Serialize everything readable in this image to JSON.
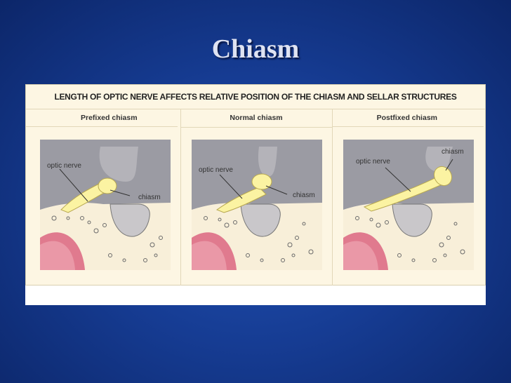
{
  "slide": {
    "title": "Chiasm"
  },
  "figure": {
    "header": "LENGTH OF OPTIC NERVE AFFECTS RELATIVE POSITION OF THE CHIASM AND SELLAR STRUCTURES",
    "columns": [
      {
        "label": "Prefixed chiasm",
        "labels": {
          "nerve": "optic nerve",
          "chiasm": "chiasm"
        }
      },
      {
        "label": "Normal chiasm",
        "labels": {
          "nerve": "optic nerve",
          "chiasm": "chiasm"
        }
      },
      {
        "label": "Postfixed chiasm",
        "labels": {
          "nerve": "optic nerve",
          "chiasm": "chiasm"
        }
      }
    ]
  },
  "colors": {
    "background": "#163c93",
    "nerve": "#fbf3a2",
    "tissue": "#9a9aa2",
    "pituitary": "#c8c6c8",
    "bone": "#fbf4e6",
    "sinus": "#e07a8e"
  }
}
